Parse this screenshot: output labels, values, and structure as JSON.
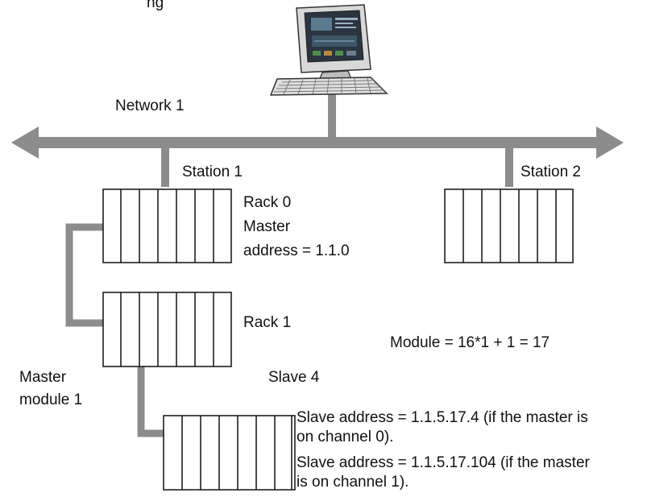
{
  "diagram": {
    "top_caption": "ng",
    "network_label": "Network 1",
    "station1_label": "Station 1",
    "station2_label": "Station 2",
    "rack0": {
      "line1": "Rack 0",
      "line2": "Master",
      "line3": "address = 1.1.0"
    },
    "rack1_label": "Rack 1",
    "module_formula": "Module = 16*1 + 1 = 17",
    "master_module": {
      "line1": "Master",
      "line2": "module 1"
    },
    "slave_label": "Slave 4",
    "slave_address": {
      "line1": "Slave address = 1.1.5.17.4 (if the master is",
      "line2": "on channel 0).",
      "line3": "Slave address = 1.1.5.17.104 (if the master",
      "line4": "is on channel 1)."
    },
    "colors": {
      "bus": "#8c8c8c",
      "rack_stroke": "#111111",
      "text": "#111111",
      "screen": "#2a3540"
    },
    "icons": [
      "computer-workstation-icon",
      "keyboard-icon"
    ]
  }
}
